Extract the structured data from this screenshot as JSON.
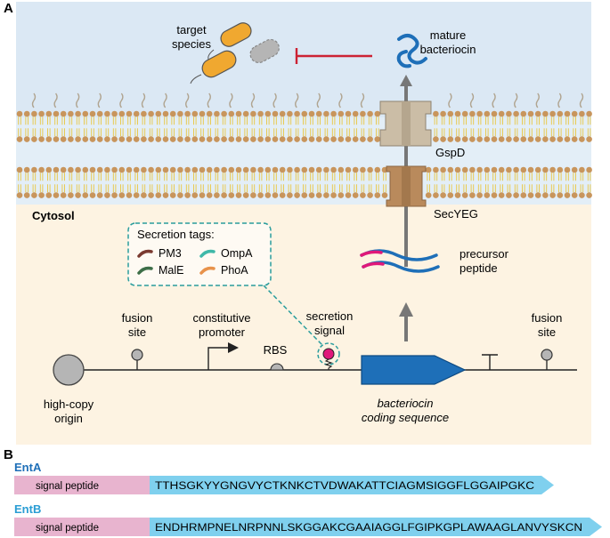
{
  "panel_a": {
    "label": "A",
    "cytosol_label": "Cytosol",
    "target_species": [
      "target",
      "species"
    ],
    "mature_bacteriocin": [
      "mature",
      "bacteriocin"
    ],
    "gspd": "GspD",
    "secyeg": "SecYEG",
    "precursor_peptide": [
      "precursor",
      "peptide"
    ],
    "secretion_tags": {
      "title": "Secretion tags:",
      "items": [
        {
          "name": "PM3",
          "color": "#7a3a30"
        },
        {
          "name": "OmpA",
          "color": "#3fb8a8"
        },
        {
          "name": "MalE",
          "color": "#3d6e48"
        },
        {
          "name": "PhoA",
          "color": "#e8924a"
        }
      ]
    },
    "plasmid": {
      "origin": [
        "high-copy",
        "origin"
      ],
      "fusion_site_left": [
        "fusion",
        "site"
      ],
      "promoter": [
        "constitutive",
        "promoter"
      ],
      "rbs": "RBS",
      "secretion_signal": [
        "secretion",
        "signal"
      ],
      "coding_sequence": [
        "bacteriocin",
        "coding sequence"
      ],
      "fusion_site_right": [
        "fusion",
        "site"
      ]
    },
    "colors": {
      "extracellular": "#dbe8f4",
      "periplasm": "#e3eef7",
      "cytosol": "#fdf3e2",
      "lipid_head": "#c8955c",
      "lipid_tail": "#e8c640",
      "inhibit": "#cc2233",
      "bacteriocin": "#1e6fb8",
      "cds": "#1e6fb8",
      "signal": "#e0187a",
      "dashed": "#2a9d9d",
      "gspd": "#cbbda6",
      "secyeg": "#b98a5c",
      "bacterium": "#f0a830"
    }
  },
  "panel_b": {
    "label": "B",
    "sequences": [
      {
        "name": "EntA",
        "signal": "signal peptide",
        "mature": "TTHSGKYYGNGVYCTKNKCTVDWAKATTCIAGMSIGGFLGGAIPGKC"
      },
      {
        "name": "EntB",
        "signal": "signal peptide",
        "mature": "ENDHRMPNELNRPNNLSKGGAKCGAAIAGGLFGIPKGPLAWAAGLANVYSKCN"
      }
    ],
    "colors": {
      "signal": "#e8b4cf",
      "mature": "#7fd0ee",
      "name": "#1e6fb8",
      "name2": "#2a9dd4"
    }
  }
}
